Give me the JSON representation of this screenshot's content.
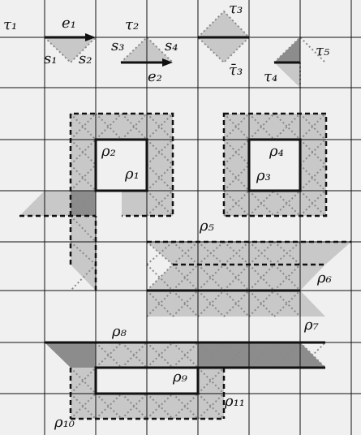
{
  "colors": {
    "background": "#f0f0f0",
    "grid_line": "#111111",
    "tile_fill": "#c8c8c8",
    "tile_fill_dark": "#8c8c8c",
    "tile_dotted": "#8a8a8a",
    "boundary": "#111111",
    "label": "#111111"
  },
  "labels": {
    "tau1": "τ₁",
    "e1": "e₁",
    "s1": "s₁",
    "s2": "s₂",
    "tau2": "τ₂",
    "s3": "s₃",
    "s4": "s₄",
    "e2": "e₂",
    "tau3": "τ₃",
    "tau3bar": "τ̄₃",
    "tau4": "τ₄",
    "tau5": "τ₅",
    "rho1": "ρ₁",
    "rho2": "ρ₂",
    "rho3": "ρ₃",
    "rho4": "ρ₄",
    "rho5": "ρ₅",
    "rho6": "ρ₆",
    "rho7": "ρ₇",
    "rho8": "ρ₈",
    "rho9": "ρ₉",
    "rho10": "ρ₁₀",
    "rho11": "ρ₁₁"
  }
}
